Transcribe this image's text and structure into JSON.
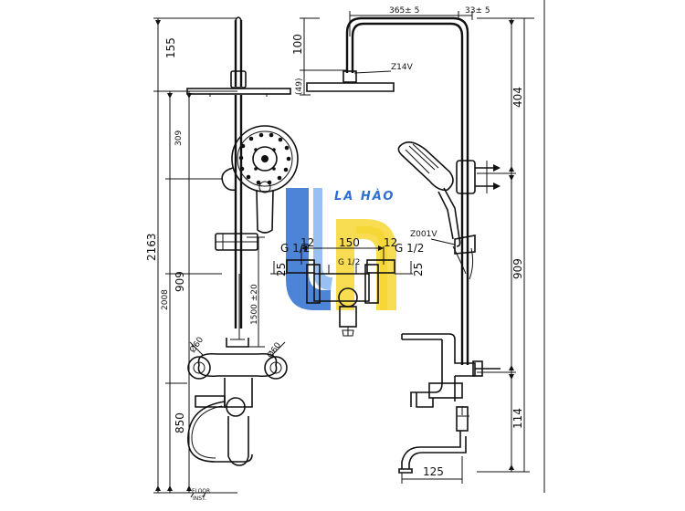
{
  "logo": {
    "text": "LA HÀO",
    "colors": {
      "blue": "#2f6fd1",
      "yellow": "#f5d11a"
    }
  },
  "left_view": {
    "dimensions": {
      "total_height": "2163",
      "top_height": "155",
      "head_offset": "309",
      "rail_height": "909",
      "base_height": "850",
      "head_to_floor": "2008",
      "inlet_spacing": "1500 ±20",
      "knob_diameter_left": "Ø60",
      "knob_diameter_right": "Ø60",
      "floor_label_1": "FLOOR",
      "floor_label_2": "INST."
    }
  },
  "center_view": {
    "dimensions": {
      "width": "150",
      "thread_left": "G 1/2",
      "thread_center": "G 1/2",
      "thread_right": "G 1/2",
      "offset_left": "12",
      "offset_right": "12",
      "height_left": "25",
      "height_right": "25"
    }
  },
  "right_view": {
    "dimensions": {
      "arm_reach": "365± 5",
      "top_offset": "33± 5",
      "head_drop": "100",
      "head_drop_paren": "(49)",
      "head_model": "Z14V",
      "hand_model": "Z001V",
      "upper_height": "404",
      "rail_height": "909",
      "lower_height": "114",
      "spout_reach": "125"
    }
  }
}
